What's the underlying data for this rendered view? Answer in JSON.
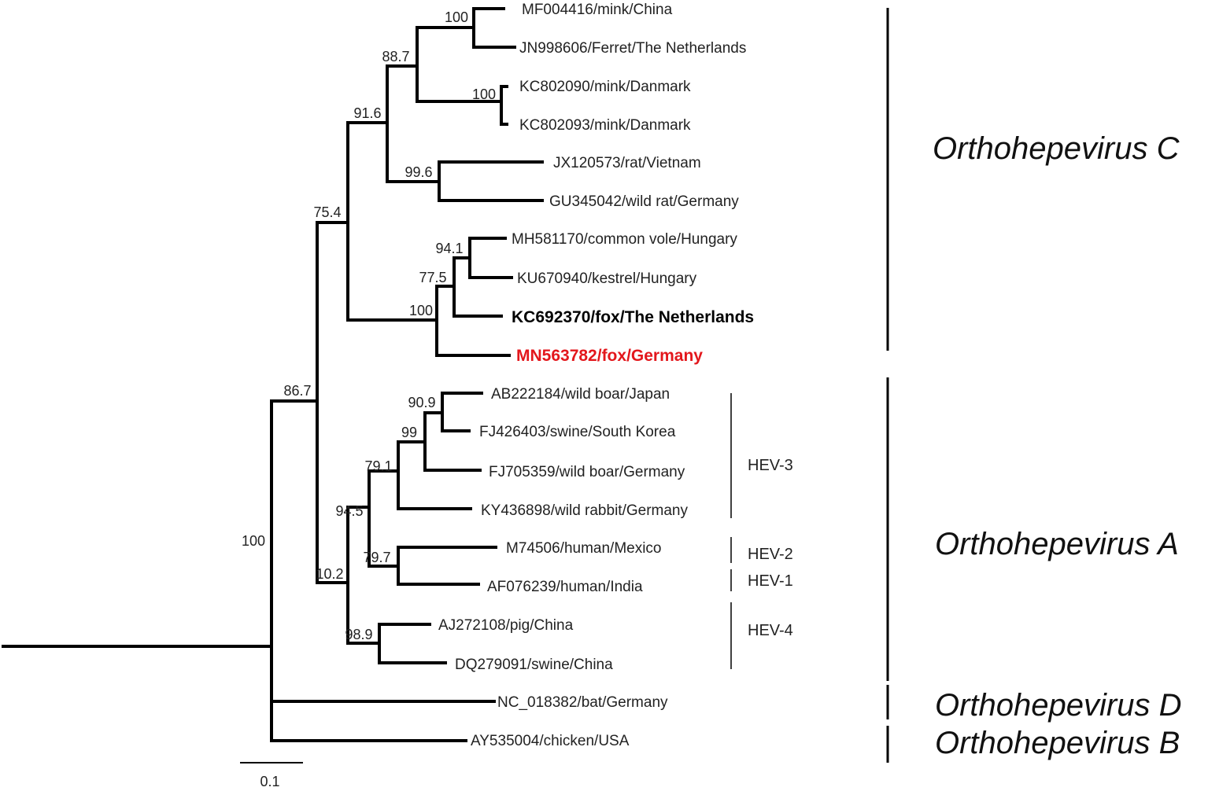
{
  "taxa": {
    "t0": "MF004416/mink/China",
    "t1": "JN998606/Ferret/The Netherlands",
    "t2": "KC802090/mink/Danmark",
    "t3": "KC802093/mink/Danmark",
    "t4": "JX120573/rat/Vietnam",
    "t5": "GU345042/wild rat/Germany",
    "t6": "MH581170/common vole/Hungary",
    "t7": "KU670940/kestrel/Hungary",
    "t8": "KC692370/fox/The Netherlands",
    "t9": "MN563782/fox/Germany",
    "t10": "AB222184/wild boar/Japan",
    "t11": "FJ426403/swine/South Korea",
    "t12": "FJ705359/wild boar/Germany",
    "t13": "KY436898/wild rabbit/Germany",
    "t14": "M74506/human/Mexico",
    "t15": "AF076239/human/India",
    "t16": "AJ272108/pig/China",
    "t17": "DQ279091/swine/China",
    "t18": "NC_018382/bat/Germany",
    "t19": "AY535004/chicken/USA"
  },
  "bootstrap": {
    "b_root": "100",
    "b_ac": "86.7",
    "b_c": "75.4",
    "b_c1": "91.6",
    "b_c2": "88.7",
    "b_mink_china": "100",
    "b_mink_dk": "100",
    "b_rat": "99.6",
    "b_fox": "100",
    "b_vole_fox": "77.5",
    "b_vole": "94.1",
    "b_a": "10.2",
    "b_a1": "94.5",
    "b_hev3": "79.1",
    "b_hev3b": "99",
    "b_hev3c": "90.9",
    "b_hev12": "79.7",
    "b_hev4": "98.9"
  },
  "genotypes": {
    "hev3": "HEV-3",
    "hev2": "HEV-2",
    "hev1": "HEV-1",
    "hev4": "HEV-4"
  },
  "clades": {
    "c": "Orthohepevirus C",
    "a": "Orthohepevirus A",
    "d": "Orthohepevirus D",
    "b": "Orthohepevirus B"
  },
  "scale_bar": {
    "label": "0.1"
  },
  "colors": {
    "highlight": "#e3171c",
    "branch": "#000000"
  }
}
